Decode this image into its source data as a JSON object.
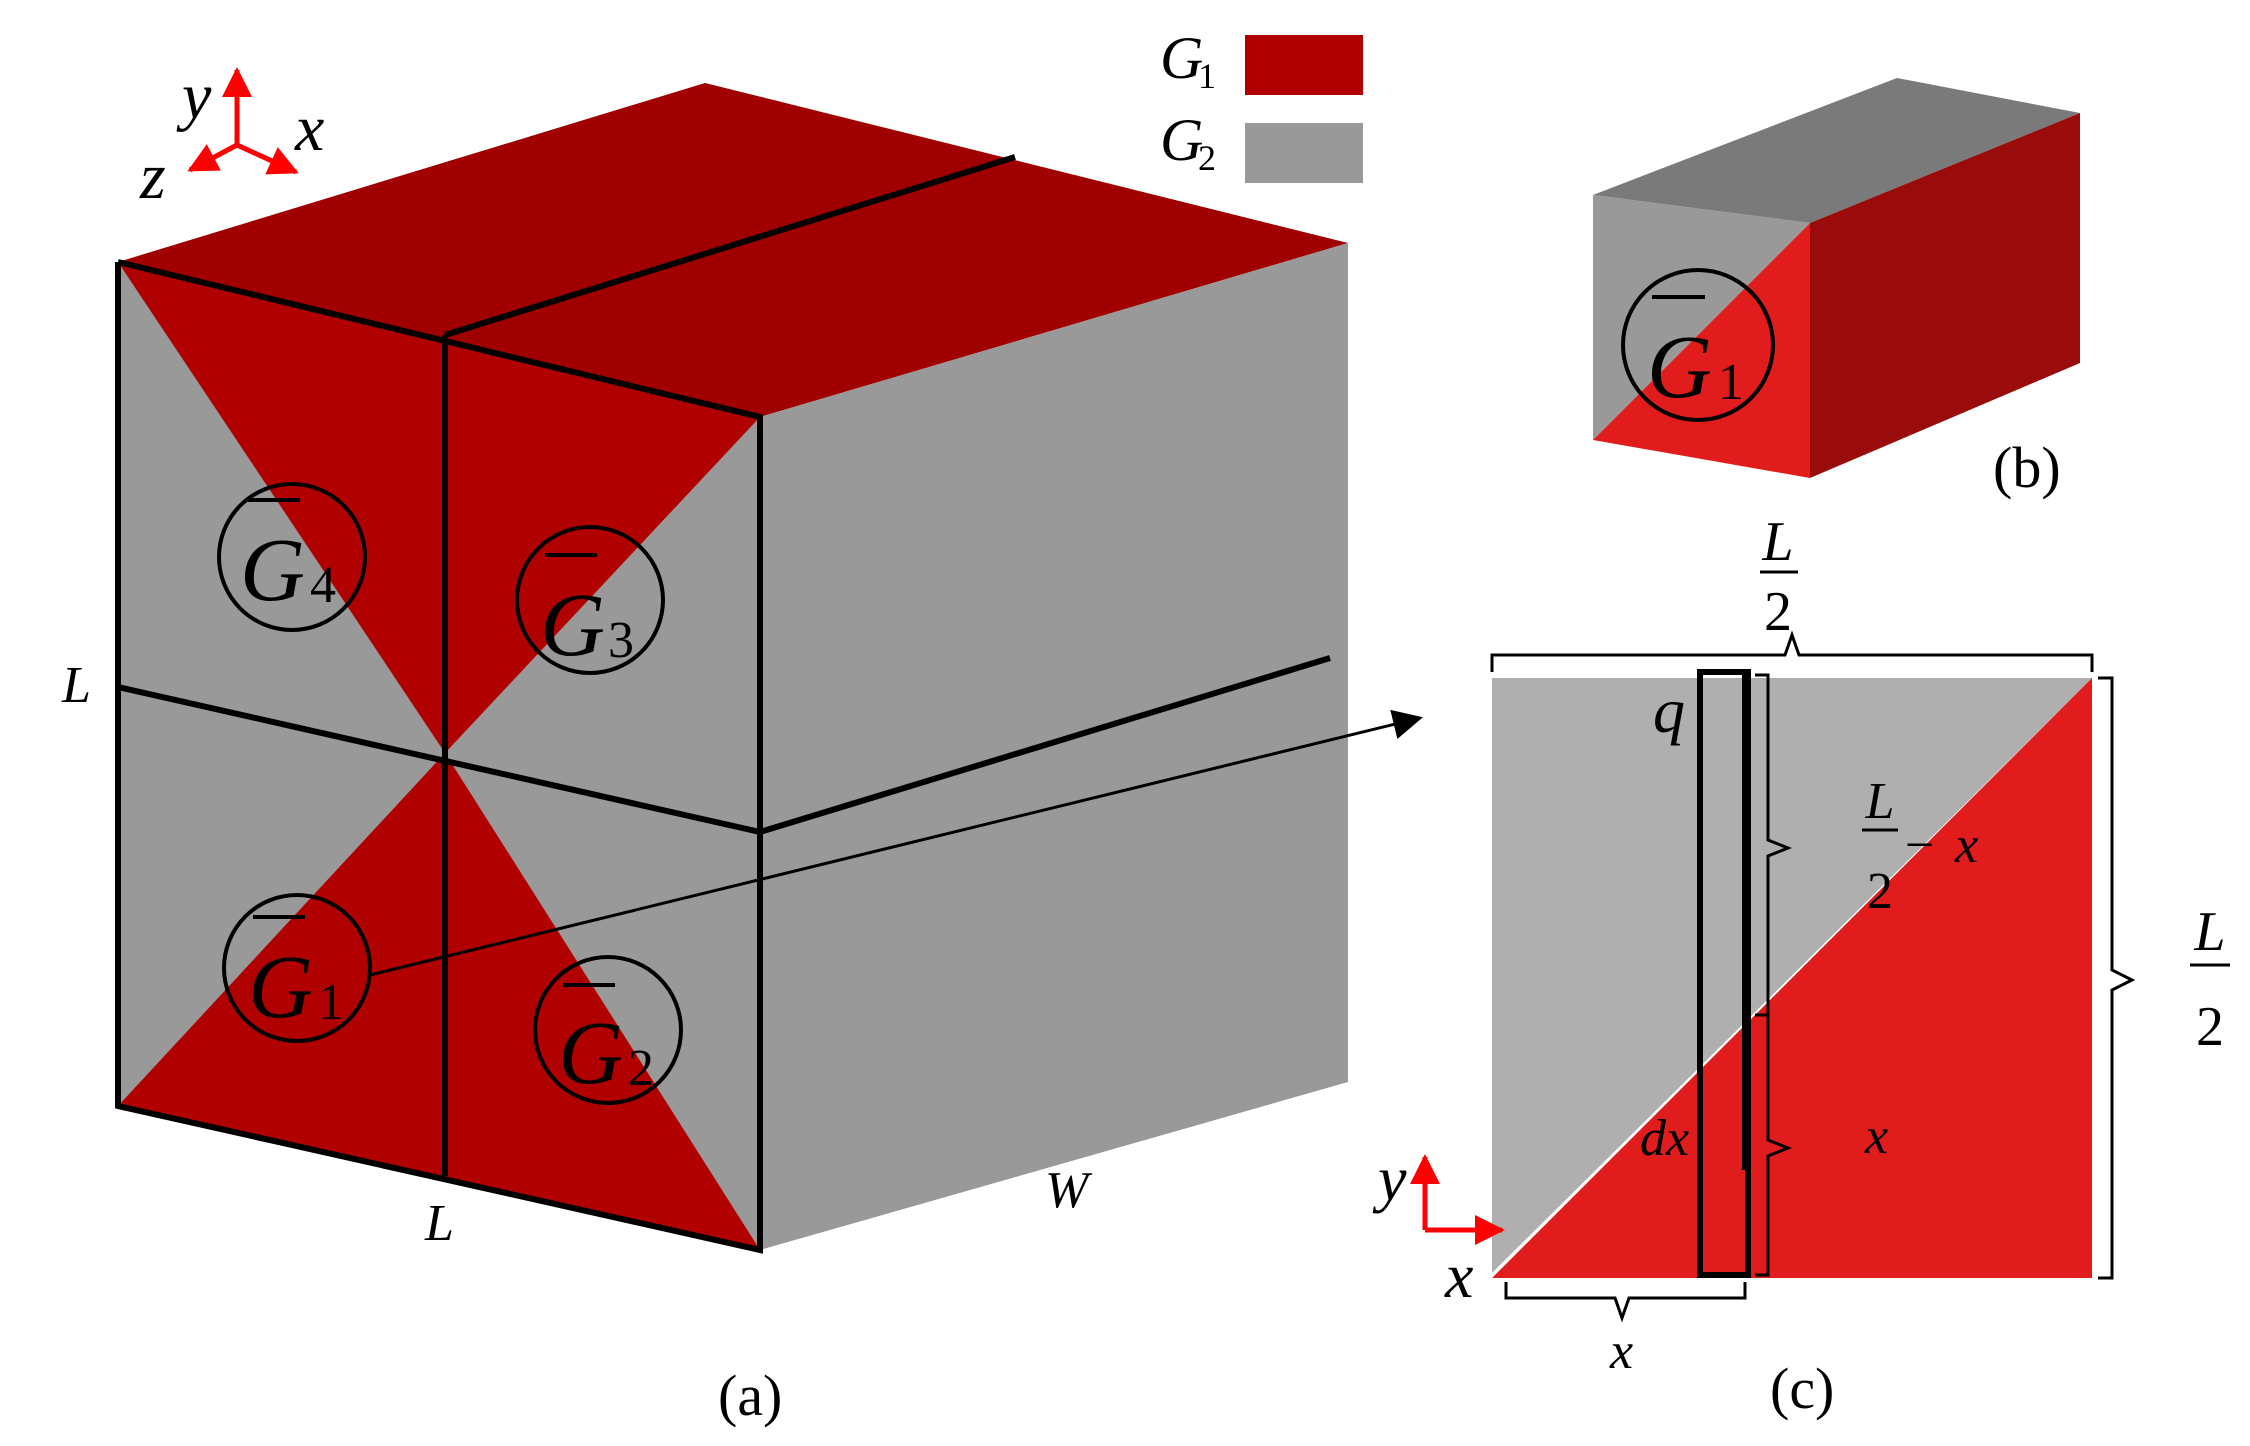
{
  "colors": {
    "g1_red": "#b00000",
    "g1_red_dark": "#a00000",
    "g1_red_side": "#9a0c0c",
    "g1_red_bright": "#e01c1c",
    "g2_gray": "#999999",
    "g2_gray_light": "#afafaf",
    "g2_gray_top": "#7a7a7a",
    "axis_red": "#ff0000",
    "ink": "#000000"
  },
  "legend": {
    "g1": {
      "sym": "G",
      "sub": "1"
    },
    "g2": {
      "sym": "G",
      "sub": "2"
    }
  },
  "panel_a": {
    "caption": "(a)",
    "axes": {
      "y": "y",
      "x": "x",
      "z": "z"
    },
    "dim_left": "L",
    "dim_bottom": "L",
    "dim_depth": "W",
    "regions": [
      {
        "sym": "G",
        "sub": "4"
      },
      {
        "sym": "G",
        "sub": "3"
      },
      {
        "sym": "G",
        "sub": "1"
      },
      {
        "sym": "G",
        "sub": "2"
      }
    ]
  },
  "panel_b": {
    "caption": "(b)",
    "region": {
      "sym": "G",
      "sub": "1"
    }
  },
  "panel_c": {
    "caption": "(c)",
    "top_dim": {
      "num": "L",
      "den": "2"
    },
    "right_dim": {
      "num": "L",
      "den": "2"
    },
    "upper_seg": {
      "num": "L",
      "den": "2",
      "minus": "−",
      "var": "x"
    },
    "lower_seg": "x",
    "bottom_dim": "x",
    "strip_label": "q",
    "dx_label": "dx",
    "axes": {
      "y": "y",
      "x": "x"
    }
  }
}
